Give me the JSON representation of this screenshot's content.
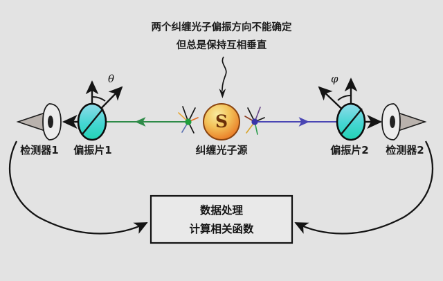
{
  "figure": {
    "title_lines": [
      "两个纠缠光子偏振方向不能确定",
      "但总是保持互相垂直"
    ],
    "background_color": "#e3e3e3",
    "ink_color": "#141414"
  },
  "annotation_arrow": {
    "name": "curved-pointer-to-source",
    "direction": "down"
  },
  "source": {
    "symbol": "S",
    "label": "纠缠光子源",
    "fill_start": "#f6e27a",
    "fill_end": "#e8711f",
    "outline": "#7a3d0a"
  },
  "photon_nodes": [
    {
      "side": "left",
      "color": "#1f9e3c"
    },
    {
      "side": "right",
      "color": "#3a34a8"
    }
  ],
  "beams": [
    {
      "name": "left-beam",
      "color": "#2e8b48",
      "direction": "left"
    },
    {
      "name": "right-beam",
      "color": "#4a46b4",
      "direction": "right"
    }
  ],
  "left_arm": {
    "polarizer_label": "偏振片1",
    "detector_label": "检测器1",
    "angle_symbol": "θ",
    "polarizer_fill_top": "#7fd8e8",
    "polarizer_fill_bottom": "#2fd8c0"
  },
  "right_arm": {
    "polarizer_label": "偏振片2",
    "detector_label": "检测器2",
    "angle_symbol": "φ",
    "polarizer_fill_top": "#7fd8e8",
    "polarizer_fill_bottom": "#2fd8c0"
  },
  "processor": {
    "line1": "数据处理",
    "line2": "计算相关函数"
  },
  "feedback_links": [
    {
      "name": "left-feedback-curve",
      "from": "检测器1",
      "to": "数据处理"
    },
    {
      "name": "right-feedback-curve",
      "from": "检测器2",
      "to": "数据处理"
    }
  ]
}
